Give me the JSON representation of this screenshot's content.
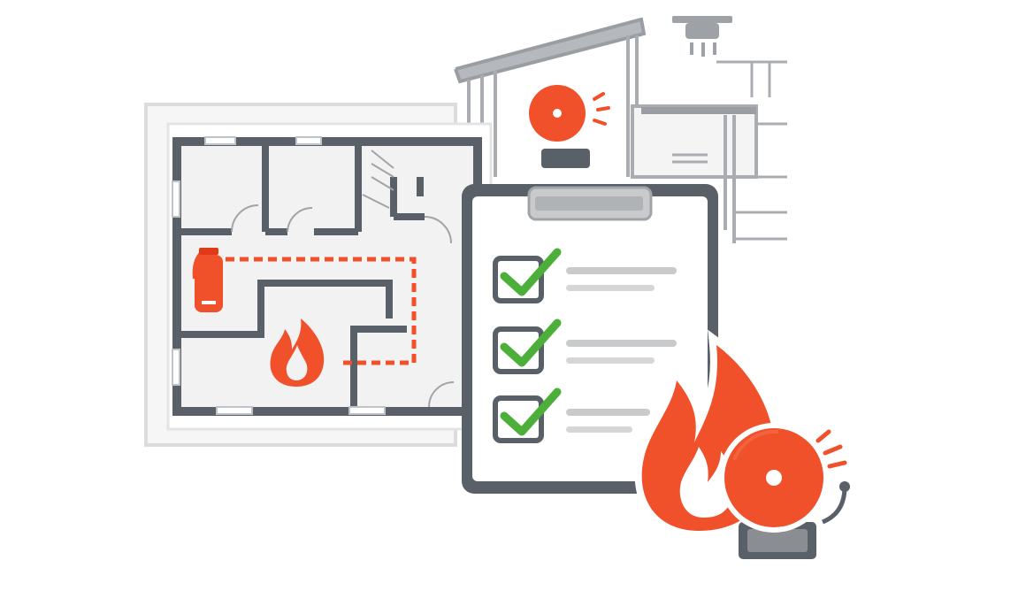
{
  "illustration": {
    "subject": [
      "floor-plan",
      "building-outline",
      "checklist-clipboard",
      "fire-flame",
      "fire-alarm-bell",
      "fire-extinguisher",
      "smoke-detector",
      "evacuation-route"
    ],
    "checklist": {
      "items_checked": 3,
      "items_total": 3
    }
  },
  "colors": {
    "wall": "#5a6068",
    "line_light": "#b8bcc0",
    "fire": "#f0502a",
    "fire_dark": "#e03a18",
    "check": "#4caf3a",
    "paper": "#ffffff",
    "floor": "#f2f2f2",
    "clipboard_clip": "#c8cacc"
  }
}
